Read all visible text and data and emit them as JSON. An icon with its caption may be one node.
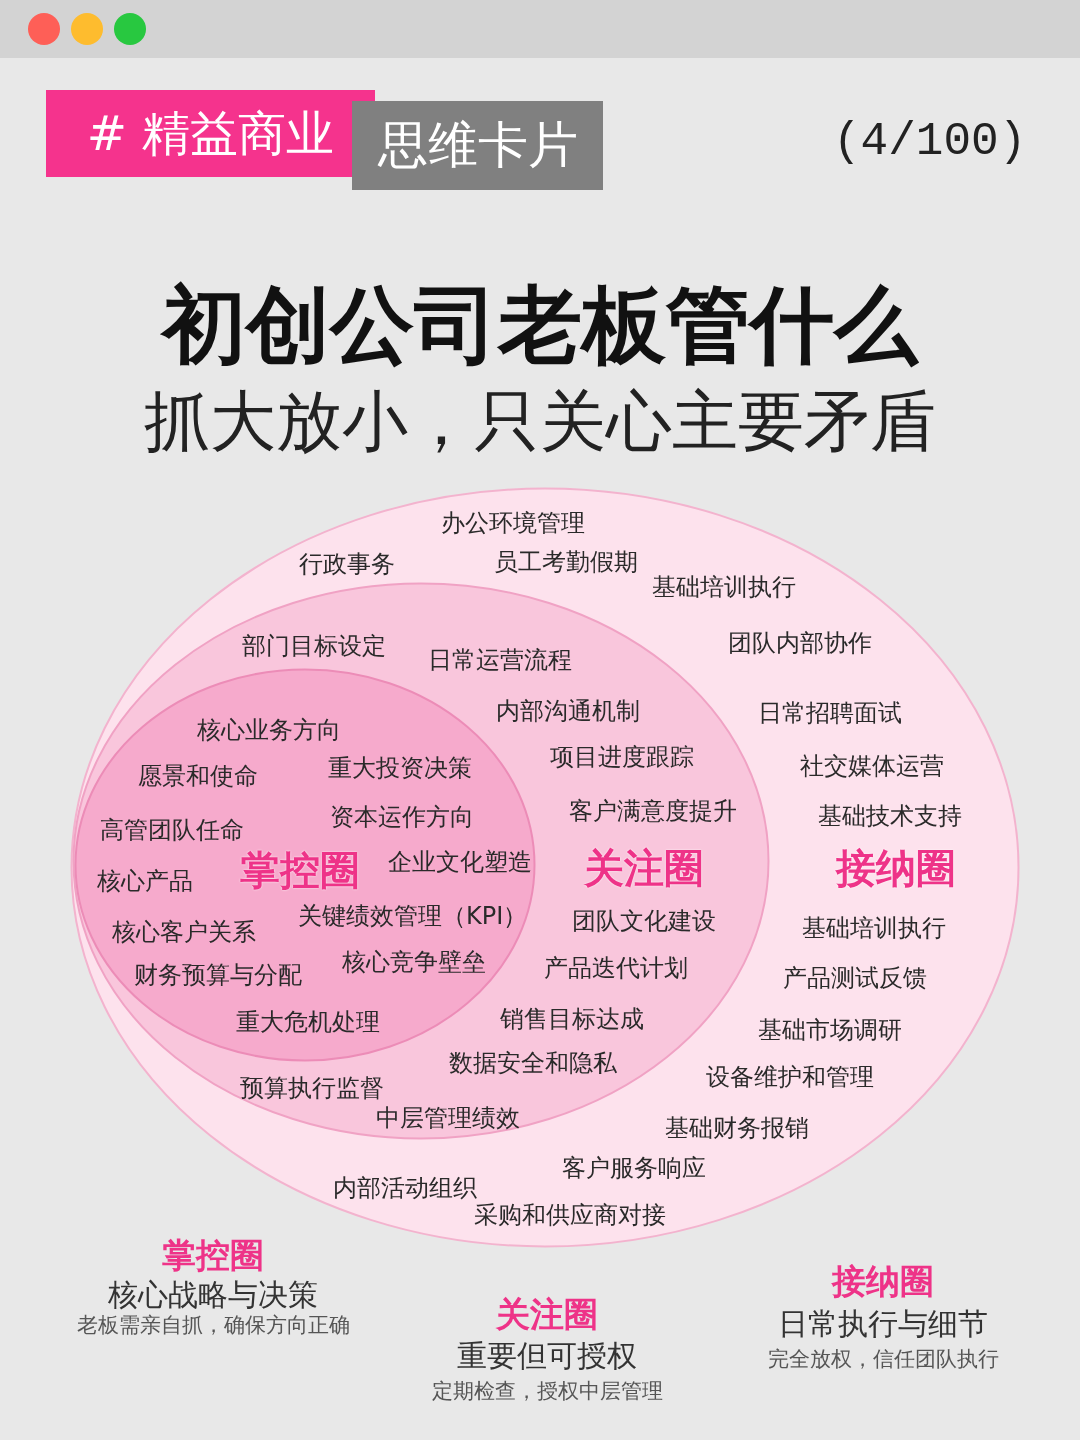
{
  "diagram": {
    "title": "初创公司老板管什么",
    "nodes": [
      {
        "text": [
          "# 精益商业"
        ]
      },
      {
        "text": [
          "思维卡片"
        ]
      },
      {
        "text": [
          "办公环境管理",
          "行政事务",
          "员工考勤假期",
          "基础培训执行",
          "团队内部协作",
          "日常招聘面试",
          "社交媒体运营",
          "基础技术支持",
          "接纳圈",
          "基础培训执行",
          "产品测试反馈",
          "基础市场调研",
          "设备维护和管理",
          "基础财务报销",
          "客户服务响应",
          "内部活动组织",
          "采购和供应商对接"
        ]
      },
      {
        "text": [
          "部门目标设定",
          "日常运营流程",
          "内部沟通机制",
          "项目进度跟踪",
          "客户满意度提升",
          "关注圈",
          "团队文化建设",
          "产品迭代计划",
          "销售目标达成",
          "数据安全和隐私",
          "预算执行监督",
          "中层管理绩效"
        ],
        "in": 2
      },
      {
        "text": [
          "核心业务方向",
          "愿景和使命",
          "重大投资决策",
          "高管团队任命",
          "资本运作方向",
          "核心产品",
          "掌控圈",
          "企业文化塑造",
          "核心客户关系",
          "关键绩效管理（KPI）",
          "财务预算与分配",
          "核心竞争壁垒",
          "重大危机处理"
        ],
        "in": 3
      }
    ],
    "labels": [
      "(4/100)",
      "抓大放小，只关心主要矛盾",
      "掌控圈",
      "核心战略与决策",
      "老板需亲自抓，确保方向正确",
      "关注圈",
      "重要但可授权",
      "定期检查，授权中层管理",
      "接纳圈",
      "日常执行与细节",
      "完全放权，信任团队执行"
    ]
  }
}
